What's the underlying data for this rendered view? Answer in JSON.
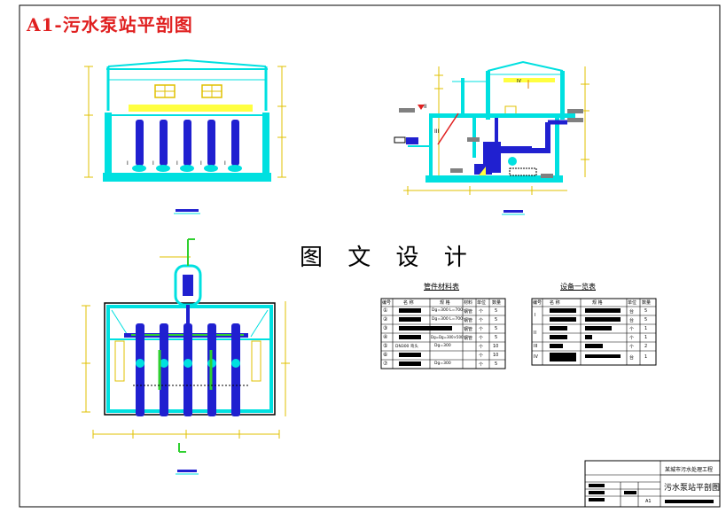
{
  "drawing": {
    "sheet_title": "A1-污水泵站平剖图",
    "center_title": "图 文 设 计"
  },
  "tables": {
    "materials_title": "管件材料表",
    "equipment_title": "设备一览表",
    "materials_header": [
      "编号",
      "名 称",
      "规 格",
      "材料",
      "单位",
      "数量"
    ],
    "materials_rows": [
      {
        "no": "①",
        "spec": "Dg=300 L=700",
        "mat": "钢管",
        "unit": "个",
        "qty": "5"
      },
      {
        "no": "②",
        "spec": "Dg=300 L=700",
        "mat": "钢管",
        "unit": "个",
        "qty": "5"
      },
      {
        "no": "③",
        "spec": "",
        "mat": "钢管",
        "unit": "个",
        "qty": "5"
      },
      {
        "no": "④",
        "spec": "Dg=Dg=300×500",
        "mat": "钢管",
        "unit": "个",
        "qty": "5"
      },
      {
        "no": "⑤",
        "name": "DN300 弯头",
        "spec": "Dg=300",
        "mat": "",
        "unit": "个",
        "qty": "10"
      },
      {
        "no": "⑥",
        "spec": "",
        "mat": "",
        "unit": "个",
        "qty": "10"
      },
      {
        "no": "⑦",
        "spec": "Dg=300",
        "mat": "",
        "unit": "个",
        "qty": "5"
      }
    ],
    "equipment_header": [
      "编号",
      "名 称",
      "规 格",
      "单位",
      "数量"
    ],
    "equipment_rows": [
      {
        "no": "I",
        "unit": "台",
        "qty": "5"
      },
      {
        "no": "",
        "unit": "台",
        "qty": "5"
      },
      {
        "no": "II",
        "unit": "个",
        "qty": "1"
      },
      {
        "no": "",
        "unit": "个",
        "qty": "1"
      },
      {
        "no": "III",
        "unit": "个",
        "qty": "2"
      },
      {
        "no": "IV",
        "unit": "台",
        "qty": "1"
      }
    ]
  },
  "title_block": {
    "project": "某城市污水处理工程",
    "drawing_name": "污水泵站平剖图",
    "sheet_no": "A1"
  },
  "labels": {
    "section_roman": [
      "I",
      "I",
      "I",
      "I",
      "I"
    ],
    "side_romans": [
      "II",
      "III",
      "IV"
    ]
  },
  "colors": {
    "cyan": "#00e0e0",
    "blue": "#2020d0",
    "green": "#30d030",
    "yellow": "#ffff40",
    "red": "#e02020"
  }
}
